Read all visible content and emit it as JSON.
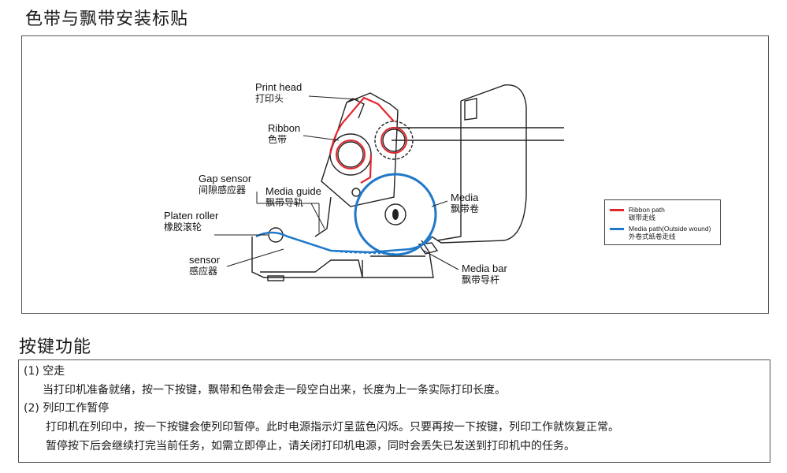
{
  "section1": {
    "title": "色带与飘带安装标贴"
  },
  "diagram": {
    "labels": {
      "print_head_en": "Print head",
      "print_head_cn": "打印头",
      "ribbon_en": "Ribbon",
      "ribbon_cn": "色带",
      "gap_sensor_en": "Gap sensor",
      "gap_sensor_cn": "间隙感应器",
      "media_guide_en": "Media guide",
      "media_guide_cn": "飘带导轨",
      "media_en": "Media",
      "media_cn": "飘带卷",
      "platen_en": "Platen roller",
      "platen_cn": "橡胶滚轮",
      "sensor_en": "sensor",
      "sensor_cn": "感应器",
      "media_bar_en": "Media bar",
      "media_bar_cn": "飘带导杆"
    },
    "legend": {
      "ribbon_path_en": "Ribbon path",
      "ribbon_path_cn": "碳带走线",
      "ribbon_color": "#e3262e",
      "media_path_en": "Media path(Outside wound)",
      "media_path_cn": "外卷式纸卷走线",
      "media_color": "#1f78c8"
    }
  },
  "section2": {
    "title": "按键功能",
    "item1_head": "(1) 空走",
    "item1_body": "当打印机准备就绪，按一下按键，飘带和色带会走一段空白出来，长度为上一条实际打印长度。",
    "item2_head": "(2) 列印工作暂停",
    "item2_body1": "打印机在列印中，按一下按键会使列印暂停。此时电源指示灯呈蓝色闪烁。只要再按一下按键，列印工作就恢复正常。",
    "item2_body2": "暂停按下后会继续打完当前任务，如需立即停止，请关闭打印机电源，同时会丢失已发送到打印机中的任务。"
  }
}
